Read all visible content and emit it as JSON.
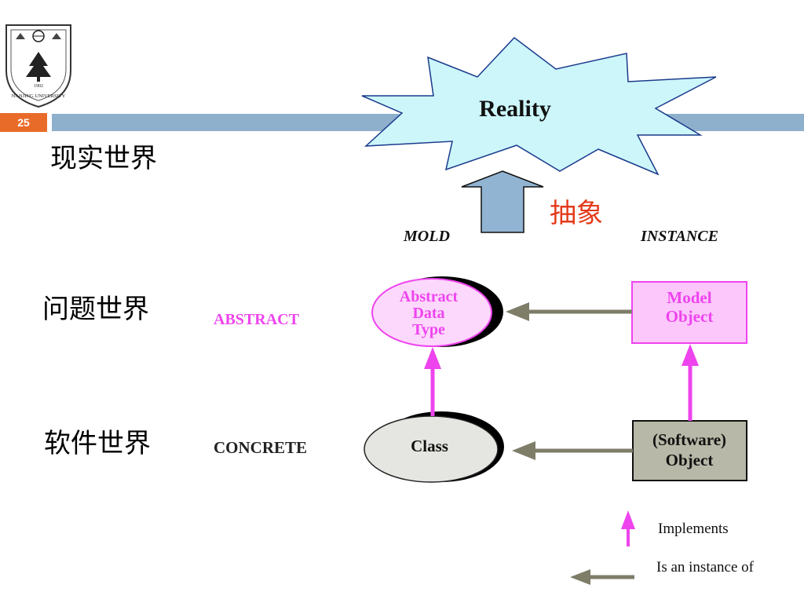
{
  "slide": {
    "number": "25"
  },
  "logo": {
    "text": "NANJING UNIVERSITY",
    "year": "1902"
  },
  "reality": {
    "label": "Reality"
  },
  "abstraction": {
    "label": "抽象"
  },
  "worlds": {
    "real": "现实世界",
    "problem": "问题世界",
    "software": "软件世界"
  },
  "levels": {
    "abstract": "ABSTRACT",
    "concrete": "CONCRETE"
  },
  "columns": {
    "mold": "MOLD",
    "instance": "INSTANCE"
  },
  "nodes": {
    "adt": [
      "Abstract",
      "Data",
      "Type"
    ],
    "model_object": [
      "Model",
      "Object"
    ],
    "class": "Class",
    "software_object": [
      "(Software)",
      "Object"
    ]
  },
  "legend": {
    "implements": "Implements",
    "instance_of": "Is an instance of"
  },
  "colors": {
    "magenta": "#ee44ee",
    "olive_arrow": "#7d7d68",
    "slide_number_bg": "#e96b2a",
    "band": "#8fb0cc",
    "reality_fill": "#ccf6fa",
    "up_arrow_fill": "#92b4d3",
    "abstraction_text": "#e43a1a"
  }
}
